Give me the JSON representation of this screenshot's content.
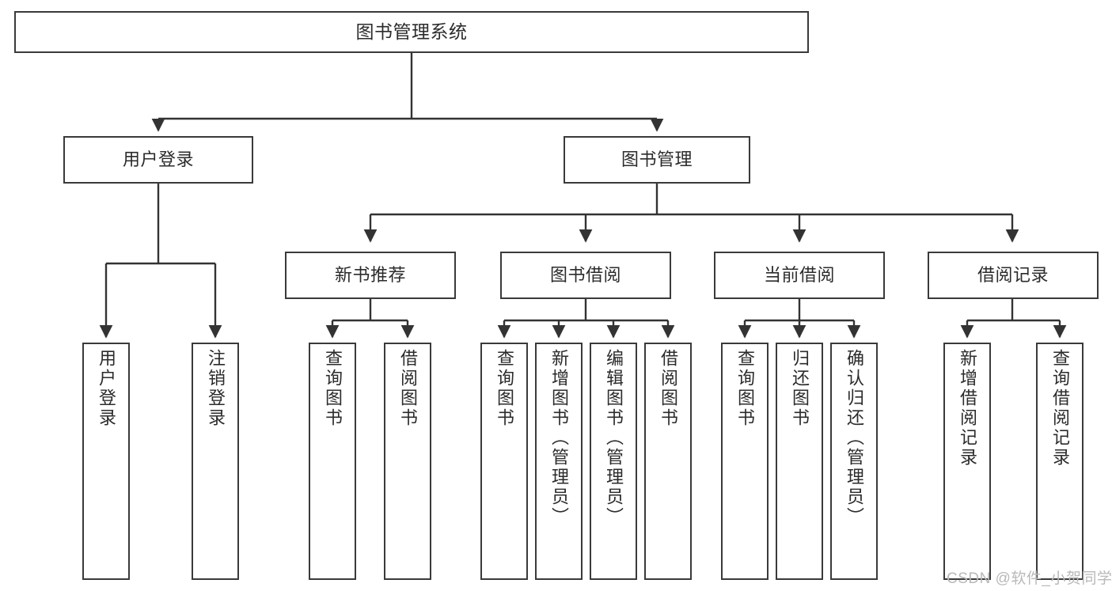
{
  "diagram": {
    "title": "图书管理系统",
    "type": "tree-hierarchy",
    "colors": {
      "node_border": "#3a3a3a",
      "node_fill": "#ffffff",
      "edge": "#333333",
      "text": "#2b2b2b",
      "watermark": "#b9b9b9",
      "background": "#ffffff"
    },
    "watermark": "CSDN @软件_小贺同学",
    "nodes": {
      "root": {
        "label": "图书管理系统"
      },
      "level2": [
        {
          "id": "user-login",
          "label": "用户登录"
        },
        {
          "id": "book-management",
          "label": "图书管理"
        }
      ],
      "level3": [
        {
          "id": "new-book-recommend",
          "label": "新书推荐"
        },
        {
          "id": "book-borrow",
          "label": "图书借阅"
        },
        {
          "id": "current-borrow",
          "label": "当前借阅"
        },
        {
          "id": "borrow-record",
          "label": "借阅记录"
        }
      ],
      "leaves": {
        "user_login": [
          {
            "id": "leaf-user-login",
            "label": "用户登录"
          },
          {
            "id": "leaf-logout-login",
            "label": "注销登录"
          }
        ],
        "new_book_recommend": [
          {
            "id": "leaf-query-book-1",
            "label": "查询图书"
          },
          {
            "id": "leaf-borrow-book-1",
            "label": "借阅图书"
          }
        ],
        "book_borrow": [
          {
            "id": "leaf-query-book-2",
            "label": "查询图书"
          },
          {
            "id": "leaf-add-book",
            "label": "新增图书（管理员）"
          },
          {
            "id": "leaf-edit-book",
            "label": "编辑图书（管理员）"
          },
          {
            "id": "leaf-borrow-book-2",
            "label": "借阅图书"
          }
        ],
        "current_borrow": [
          {
            "id": "leaf-query-book-3",
            "label": "查询图书"
          },
          {
            "id": "leaf-return-book",
            "label": "归还图书"
          },
          {
            "id": "leaf-confirm-return",
            "label": "确认归还（管理员）"
          }
        ],
        "borrow_record": [
          {
            "id": "leaf-add-borrow-record",
            "label": "新增借阅记录"
          },
          {
            "id": "leaf-query-borrow-record",
            "label": "查询借阅记录"
          }
        ]
      }
    }
  }
}
